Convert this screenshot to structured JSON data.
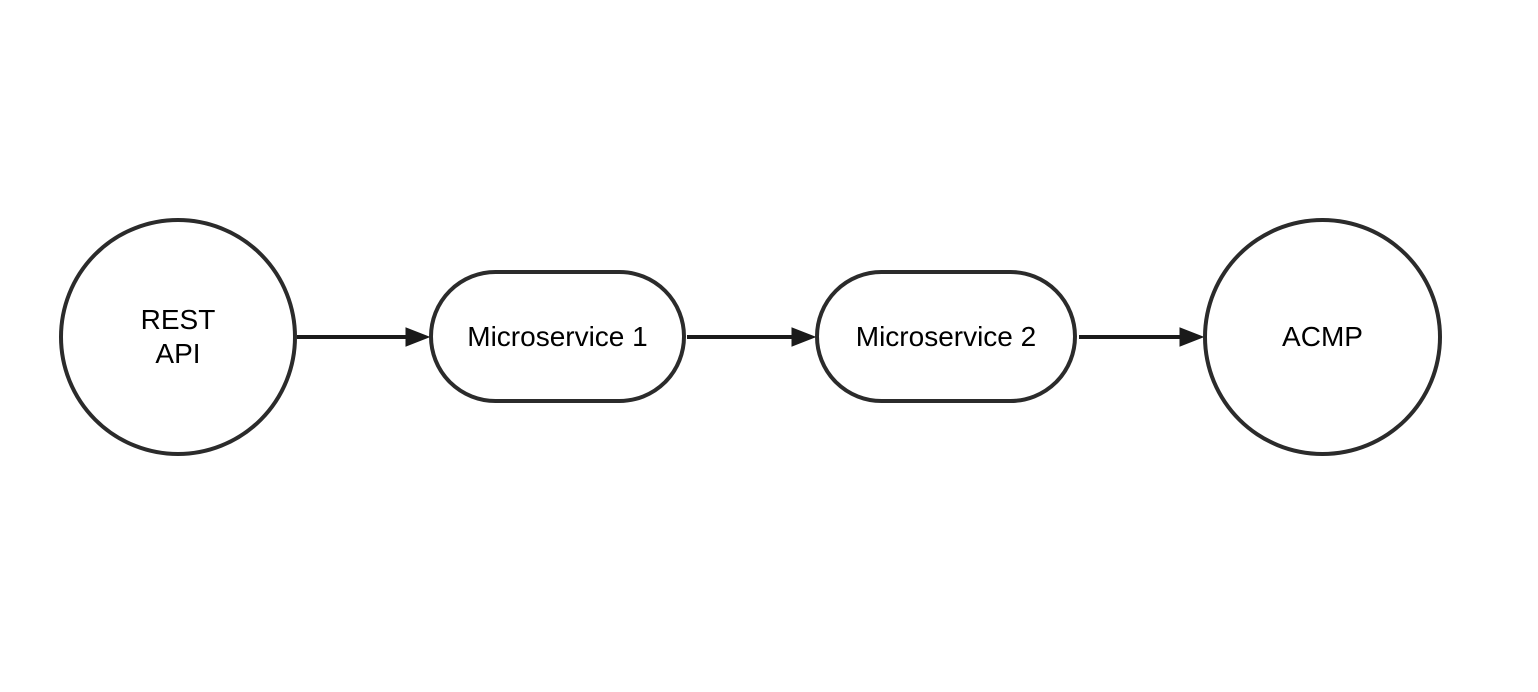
{
  "diagram": {
    "colors": {
      "background": "#ffffff",
      "shape_stroke": "#2b2b2b",
      "arrow": "#1a1a1a",
      "text": "#000000"
    },
    "nodes": [
      {
        "id": "rest-api",
        "shape": "circle",
        "label": "REST\nAPI"
      },
      {
        "id": "microservice-1",
        "shape": "rounded",
        "label": "Microservice 1"
      },
      {
        "id": "microservice-2",
        "shape": "rounded",
        "label": "Microservice 2"
      },
      {
        "id": "acmp",
        "shape": "circle",
        "label": "ACMP"
      }
    ],
    "edges": [
      {
        "from": "rest-api",
        "to": "microservice-1",
        "direction": "right"
      },
      {
        "from": "microservice-1",
        "to": "microservice-2",
        "direction": "right"
      },
      {
        "from": "microservice-2",
        "to": "acmp",
        "direction": "right"
      }
    ]
  }
}
